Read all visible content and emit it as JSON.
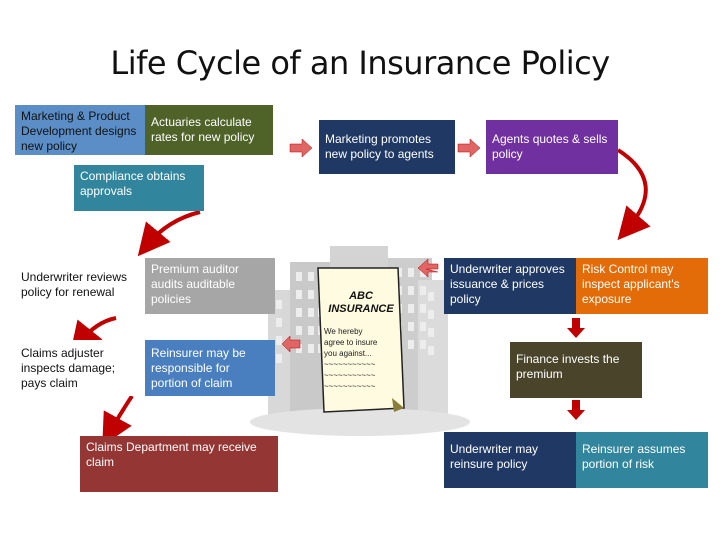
{
  "title": "Life Cycle of an Insurance Policy",
  "colors": {
    "steel_blue": "#5b8ec7",
    "olive": "#4f6228",
    "navy": "#1f3864",
    "purple": "#7030a0",
    "teal": "#31859c",
    "grey": "#a6a6a6",
    "red": "#943634",
    "orange": "#e36c09",
    "brown": "#4a442a",
    "arrow_red": "#c00000"
  },
  "boxes": {
    "marketing_product": "Marketing & Product Development designs new policy",
    "actuaries": "Actuaries calculate rates for new policy",
    "marketing_promotes": "Marketing promotes new policy to agents",
    "agents_quotes": "Agents quotes & sells policy",
    "compliance": "Compliance obtains approvals",
    "underwriter_reviews": "Underwriter reviews policy for renewal",
    "premium_auditor": "Premium auditor audits auditable policies",
    "claims_adjuster": "Claims adjuster inspects damage; pays claim",
    "reinsurer_responsible": "Reinsurer may be responsible for portion of claim",
    "claims_department": "Claims Department may receive claim",
    "underwriter_approves": "Underwriter approves issuance & prices policy",
    "risk_control": "Risk Control may inspect applicant's exposure",
    "finance_invests": "Finance invests the premium",
    "underwriter_reinsure": "Underwriter may reinsure policy",
    "reinsurer_assumes": "Reinsurer assumes portion of risk"
  },
  "document": {
    "heading": "ABC\nINSURANCE",
    "body": "We hereby\nagree to insure\nyou against...\n~~~~~~~~~~~\n~~~~~~~~~~~\n~~~~~~~~~~~"
  }
}
